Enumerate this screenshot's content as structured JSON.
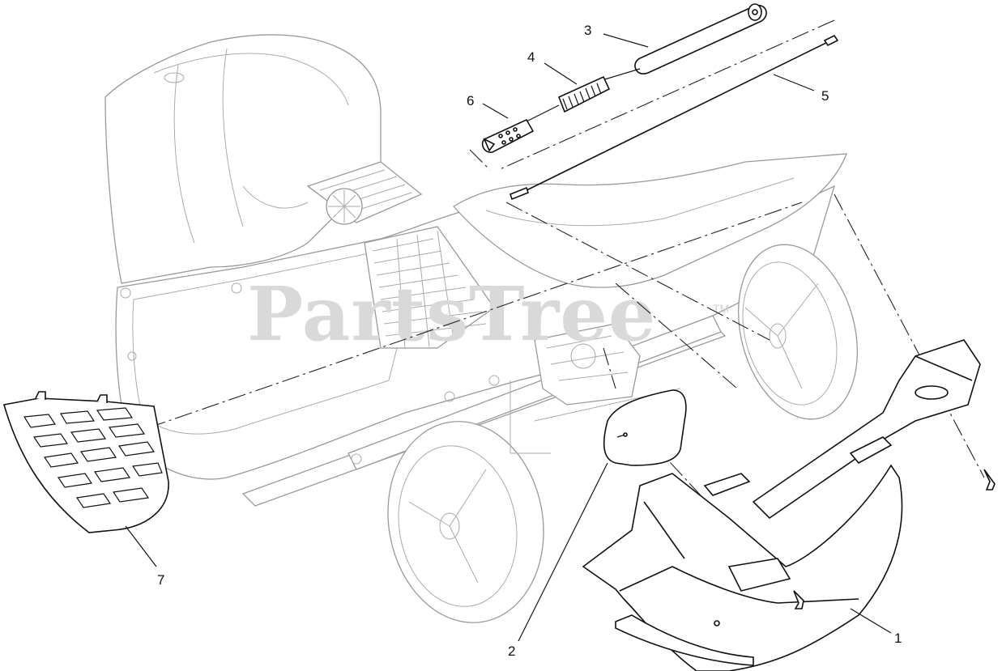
{
  "watermark": {
    "text": "PartsTree",
    "mark": "TM"
  },
  "callouts": [
    {
      "id": "1",
      "label": "1"
    },
    {
      "id": "2",
      "label": "2"
    },
    {
      "id": "3",
      "label": "3"
    },
    {
      "id": "4",
      "label": "4"
    },
    {
      "id": "5",
      "label": "5"
    },
    {
      "id": "6",
      "label": "6"
    },
    {
      "id": "7",
      "label": "7"
    }
  ]
}
